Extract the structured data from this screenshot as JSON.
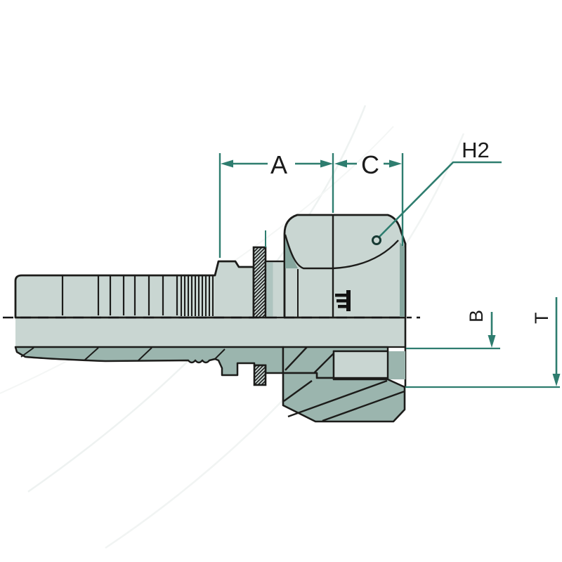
{
  "drawing": {
    "labels": {
      "a": "A",
      "c": "C",
      "h2": "H2",
      "b": "B",
      "t": "T"
    },
    "colors": {
      "dimension_line": "#2e7d6f",
      "outline": "#1c1c1a",
      "body_light": "#c9d6d2",
      "body_medium": "#aec4bf",
      "body_dark": "#86a69e",
      "section_dark": "#9bb5ae",
      "background": "#ffffff"
    }
  }
}
